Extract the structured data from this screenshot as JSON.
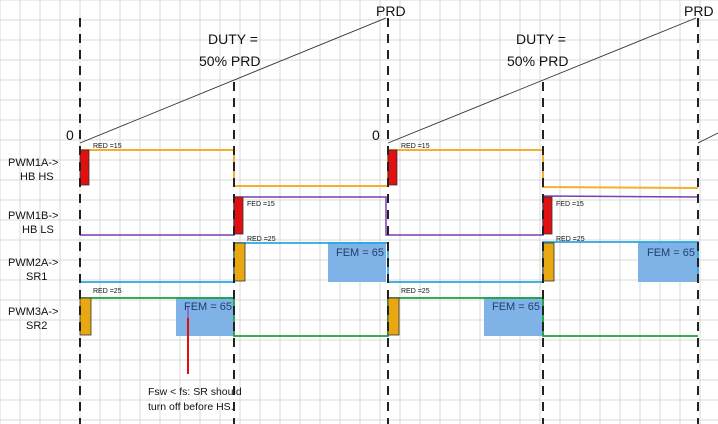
{
  "labels": {
    "prd": "PRD",
    "zero": "0",
    "duty_line1": "DUTY =",
    "duty_line2": "50% PRD",
    "channels": [
      {
        "line1": "PWM1A->",
        "line2": "HB HS"
      },
      {
        "line1": "PWM1B->",
        "line2": "HB LS"
      },
      {
        "line1": "PWM2A->",
        "line2": "SR1"
      },
      {
        "line1": "PWM3A->",
        "line2": "SR2"
      }
    ],
    "red15": "RED =15",
    "fed15": "FED =15",
    "red25": "RED =25",
    "fem65": "FEM = 65",
    "note_line1": "Fsw < fs: SR should",
    "note_line2": "turn off before HS."
  },
  "colors": {
    "hs": "#f2b02c",
    "ls": "#7a3fb0",
    "sr1": "#29a7e0",
    "sr2": "#1aa33a",
    "red_box": "#e01010",
    "gold_box": "#e8a812",
    "fem_fill": "#7fb2e6",
    "arrow": "#e01010",
    "grid": "#d9d9d9"
  }
}
